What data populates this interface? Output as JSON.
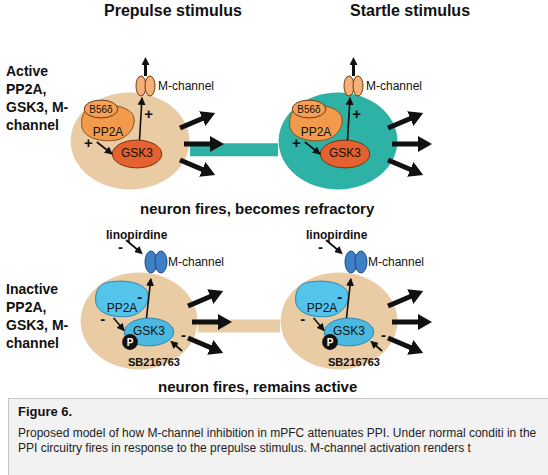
{
  "diagram": {
    "caption": "Proposed model of how M-channel inhibition in mPFC attenuates PPI. Under normal conditi in the PPI circuitry fires in response to the prepulse stimulus. M-channel activation renders t",
    "nodes": [
      {
        "text": [
          "M-channel"
        ]
      },
      {
        "text": [
          "B56δ"
        ],
        "in": 0
      },
      {
        "text": [
          "PP2A"
        ],
        "in": 0
      },
      {
        "text": [
          "GSK3"
        ],
        "in": 0
      },
      {
        "text": [
          "M-channel"
        ]
      },
      {
        "text": [
          "B56δ"
        ],
        "in": 4
      },
      {
        "text": [
          "PP2A"
        ],
        "in": 4
      },
      {
        "text": [
          "GSK3"
        ],
        "in": 4
      },
      {
        "text": [
          "M-channel"
        ]
      },
      {
        "text": [
          "PP2A"
        ],
        "in": 8
      },
      {
        "text": [
          "GSK3"
        ],
        "in": 8
      },
      {
        "text": [
          "P"
        ],
        "in": 10
      },
      {
        "text": [
          "M-channel"
        ]
      },
      {
        "text": [
          "PP2A"
        ],
        "in": 12
      },
      {
        "text": [
          "GSK3"
        ],
        "in": 12
      },
      {
        "text": [
          "P"
        ],
        "in": 14
      }
    ],
    "edges": [
      {
        "from": 0,
        "to": 4,
        "arrow": "none"
      },
      {
        "from": 2,
        "to": 3,
        "label": "+",
        "arrow": "to"
      },
      {
        "from": 3,
        "to": 0,
        "label": "+",
        "arrow": "to"
      },
      {
        "from": 6,
        "to": 7,
        "label": "+",
        "arrow": "to"
      },
      {
        "from": 7,
        "to": 4,
        "label": "+",
        "arrow": "to"
      },
      {
        "from": 8,
        "to": 12,
        "arrow": "none"
      },
      {
        "from": 9,
        "to": 10,
        "label": "-",
        "arrow": "to"
      },
      {
        "from": 10,
        "to": 8,
        "label": "-",
        "arrow": "to"
      },
      {
        "from": 13,
        "to": 14,
        "label": "-",
        "arrow": "to"
      },
      {
        "from": 14,
        "to": 12,
        "label": "-",
        "arrow": "to"
      }
    ],
    "labels": [
      "Prepulse stimulus",
      "Startle stimulus",
      "Active PP2A, GSK3, M-channel",
      "neuron fires, becomes refractory",
      "Inactive PP2A, GSK3, M-channel",
      "linopirdine",
      "-",
      "linopirdine",
      "-",
      "SB216763",
      "-",
      "SB216763",
      "-",
      "neuron fires, remains active",
      "Figure 6."
    ]
  }
}
